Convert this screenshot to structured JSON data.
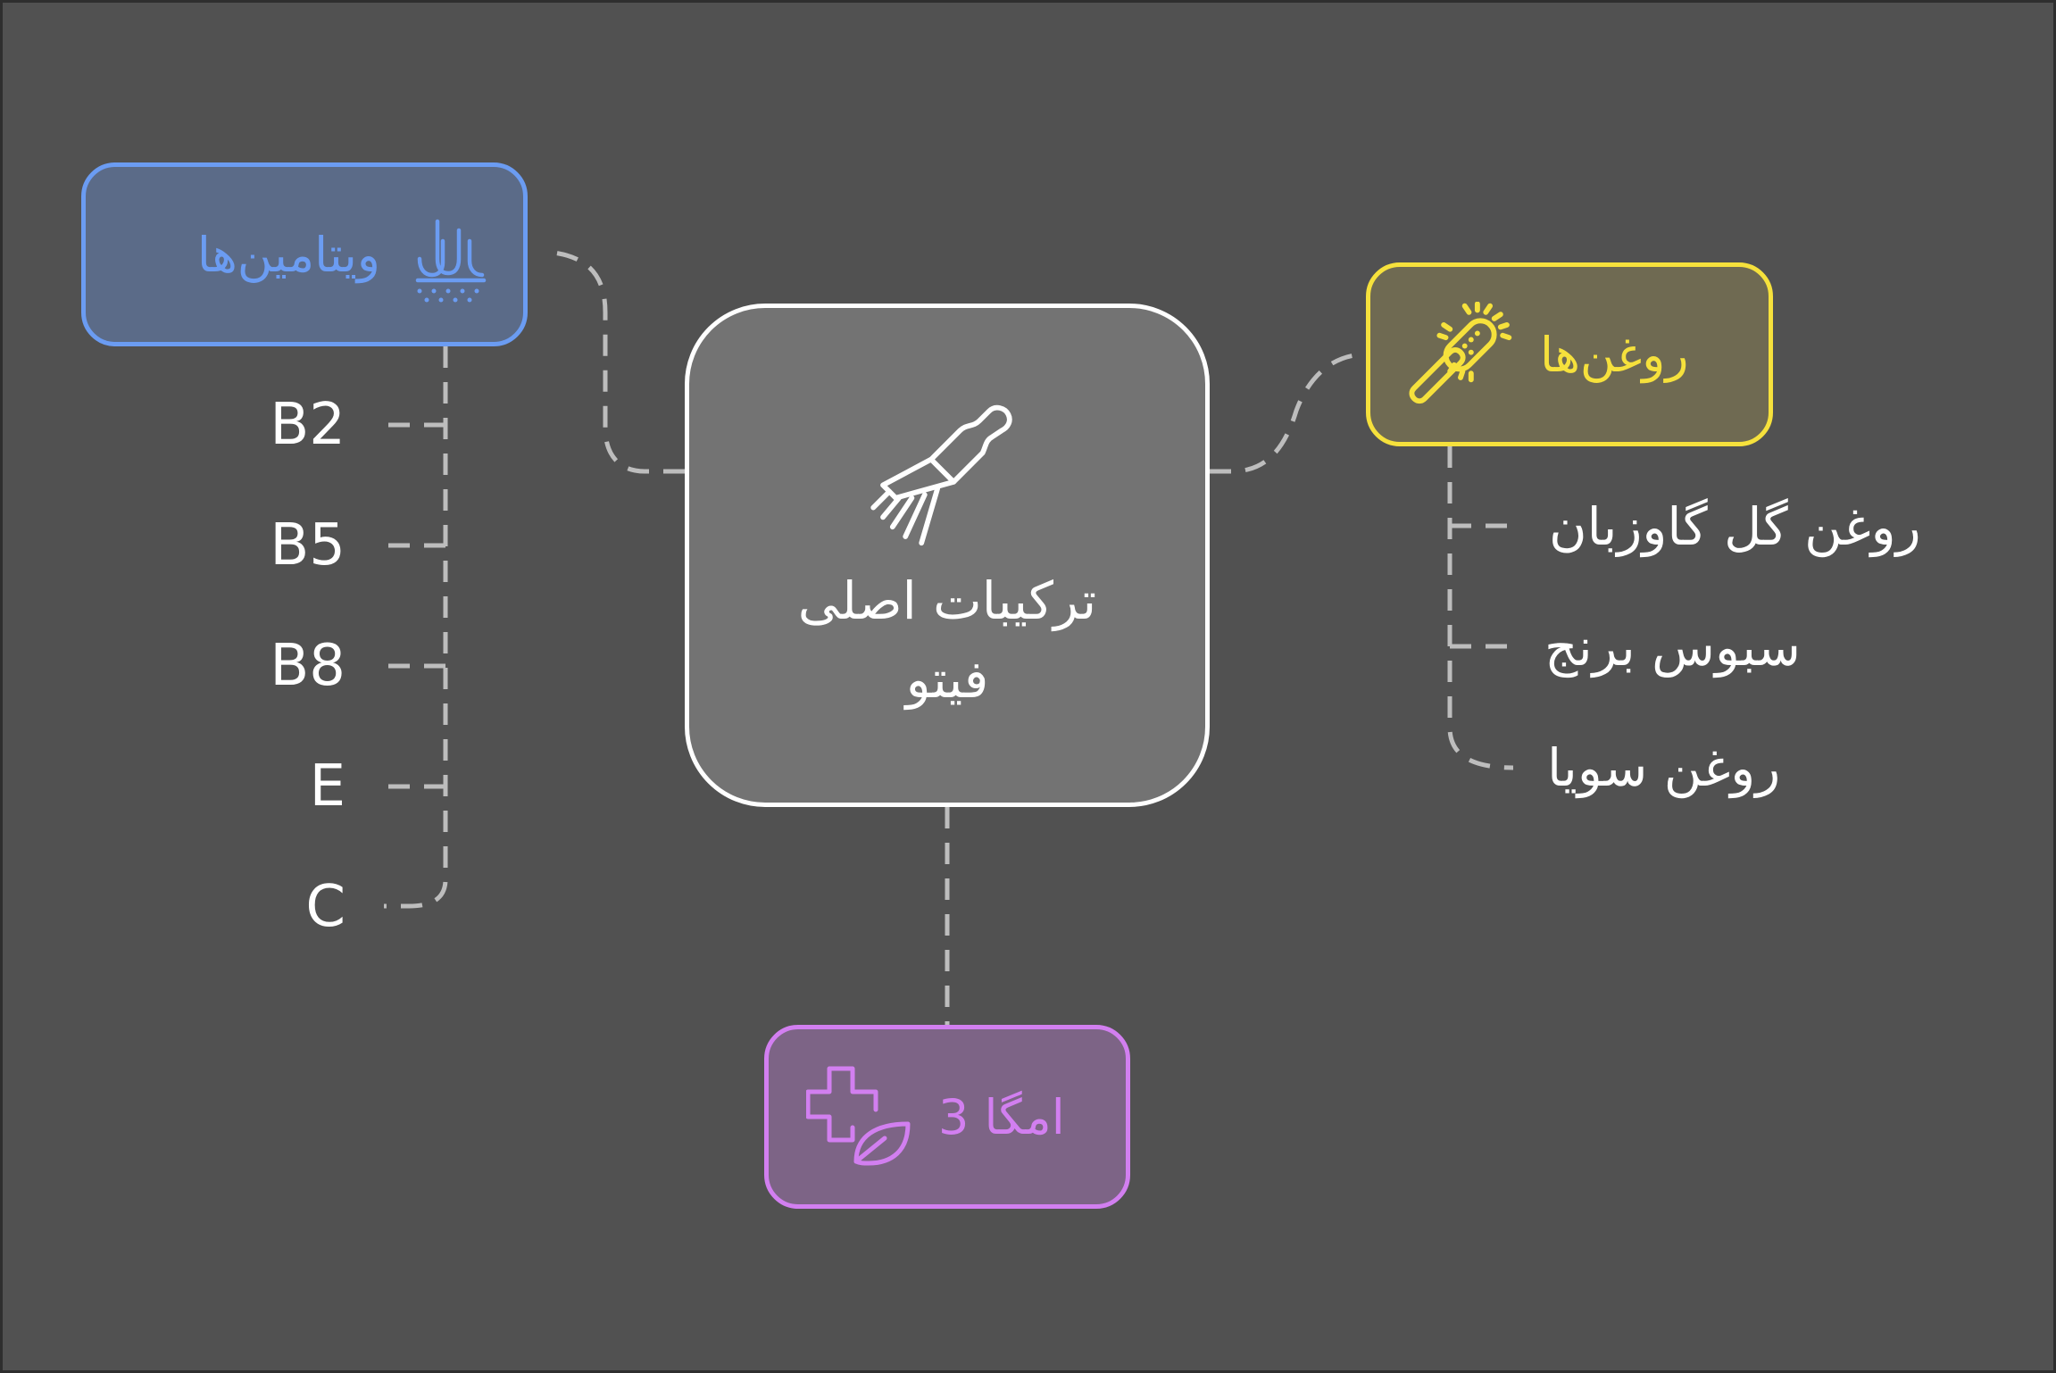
{
  "diagram": {
    "colors": {
      "background": "#515151",
      "connector": "#bdbdbd",
      "center": "#ffffff",
      "vitamins": "#6b9cf2",
      "oils": "#f6e13c",
      "omega": "#d27ff0"
    },
    "center": {
      "line1": "ترکیبات اصلی",
      "line2": "فیتو",
      "icon": "paint-brush-icon"
    },
    "vitamins": {
      "label": "ویتامین‌ها",
      "icon": "hair-drops-icon",
      "items": [
        "B2",
        "B5",
        "B8",
        "E",
        "C"
      ]
    },
    "oils": {
      "label": "روغن‌ها",
      "icon": "hair-brush-icon",
      "items": [
        "روغن گل گاوزبان",
        "سبوس برنج",
        "روغن سویا"
      ]
    },
    "omega": {
      "label": "امگا 3",
      "icon": "medical-leaf-icon"
    }
  }
}
